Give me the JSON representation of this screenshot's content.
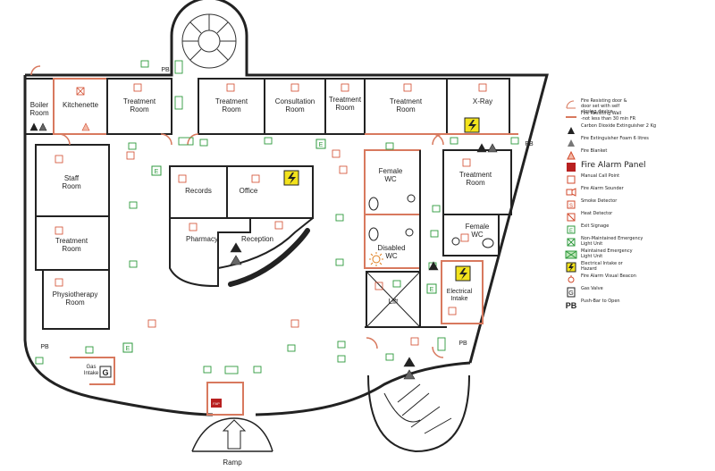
{
  "rooms": {
    "boiler": "Boiler\nRoom",
    "kitchenette": "Kitchenette",
    "treatment1": "Treatment\nRoom",
    "treatment2": "Treatment\nRoom",
    "consultation": "Consultation\nRoom",
    "treatment3": "Treatment\nRoom",
    "treatment4": "Treatment\nRoom",
    "xray": "X-Ray",
    "staff": "Staff\nRoom",
    "records": "Records",
    "office": "Office",
    "pharmacy": "Pharmacy",
    "reception": "Reception",
    "treatment_left": "Treatment\nRoom",
    "physio": "Physiotherapy\nRoom",
    "female_wc1": "Female\nWC",
    "treatment_right": "Treatment\nRoom",
    "disabled_wc": "Disabled\nWC",
    "female_wc2": "Female\nWC",
    "lift": "Lift",
    "electrical": "Electrical\nIntake",
    "gas_intake": "Gas\nIntake",
    "ramp": "Ramp"
  },
  "markers": {
    "pb": "PB",
    "exit": "E",
    "gas": "G",
    "fap": "FAP"
  },
  "legend": [
    {
      "icon": "fire-door-icon",
      "text": "Fire Resisting door &\ndoor set with self\nclosing device"
    },
    {
      "icon": "fire-wall-icon",
      "text": "Fire Resisting Wall\n-not less than 30 min FR"
    },
    {
      "icon": "co2-extinguisher-icon",
      "text": "Carbon Dioxide   Extinguisher 2 Kg"
    },
    {
      "icon": "foam-extinguisher-icon",
      "text": "Fire Extinguisher Foam 6 litres"
    },
    {
      "icon": "fire-blanket-icon",
      "text": "Fire Blanket"
    },
    {
      "icon": "fire-alarm-panel-icon",
      "text": "Fire Alarm   Panel",
      "big": true
    },
    {
      "icon": "manual-call-point-icon",
      "text": "Manual Call Point"
    },
    {
      "icon": "alarm-sounder-icon",
      "text": "Fire Alarm Sounder"
    },
    {
      "icon": "smoke-detector-icon",
      "text": "Smoke Detector"
    },
    {
      "icon": "heat-detector-icon",
      "text": "Heat Detector"
    },
    {
      "icon": "exit-sign-icon",
      "text": "Exit Signage"
    },
    {
      "icon": "non-maintained-light-icon",
      "text": "Non-Maintained Emergency\nLight Unit"
    },
    {
      "icon": "maintained-light-icon",
      "text": "Maintained Emergency\nLight Unit"
    },
    {
      "icon": "electrical-hazard-icon",
      "text": "Electrical Intake or\nHazard"
    },
    {
      "icon": "visual-beacon-icon",
      "text": "Fire Alarm Visual Beacon"
    },
    {
      "icon": "gas-valve-icon",
      "text": "Gas Valve"
    },
    {
      "icon": "push-bar-icon",
      "text": "Push-Bar to Open",
      "pb": "PB"
    }
  ],
  "colors": {
    "wall": "#222222",
    "fire_wall": "#d8795e",
    "light": "#2e9a3c",
    "detector": "#d24a2c",
    "hazard": "#f2e21c"
  }
}
